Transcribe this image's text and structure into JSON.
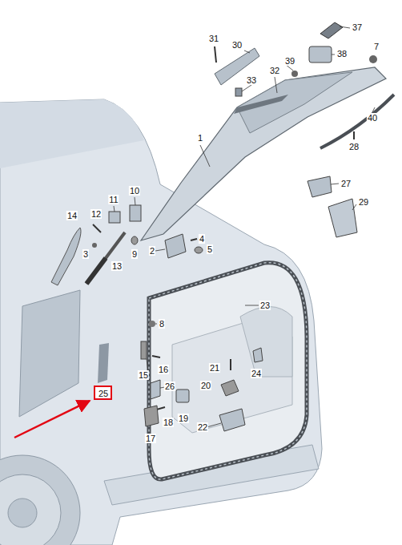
{
  "diagram": {
    "nodes": [
      {
        "text": [
          "25"
        ]
      }
    ],
    "edges": [],
    "labels": [
      "31",
      "30",
      "37",
      "7",
      "39",
      "38",
      "33",
      "32",
      "40",
      "28",
      "1",
      "27",
      "29",
      "10",
      "11",
      "14",
      "12",
      "4",
      "2",
      "5",
      "3",
      "13",
      "9",
      "23",
      "8",
      "15",
      "16",
      "21",
      "24",
      "20",
      "26",
      "18",
      "19",
      "17",
      "22"
    ]
  }
}
